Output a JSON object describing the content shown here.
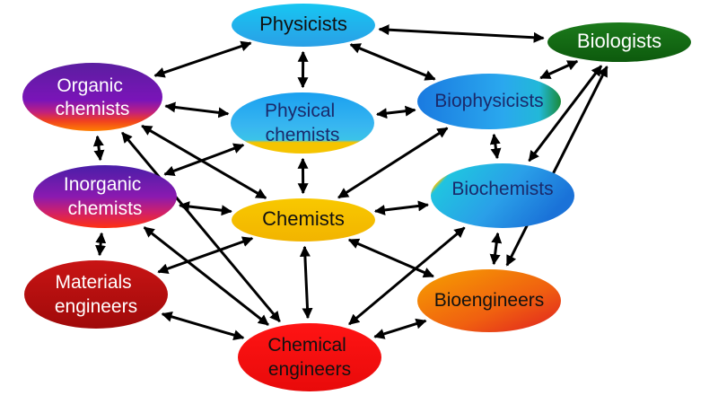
{
  "nodes": {
    "physicists": {
      "lines": [
        "Physicists"
      ],
      "text_color": "#111111"
    },
    "biologists": {
      "lines": [
        "Biologists"
      ],
      "text_color": "#ffffff"
    },
    "organic_chemists": {
      "lines": [
        "Organic",
        "chemists"
      ],
      "text_color": "#ffffff"
    },
    "physical_chemists": {
      "lines": [
        "Physical",
        "chemists"
      ],
      "text_color": "#1a2a6b"
    },
    "biophysicists": {
      "lines": [
        "Biophysicists"
      ],
      "text_color": "#1a2a6b"
    },
    "inorganic_chemists": {
      "lines": [
        "Inorganic",
        "chemists"
      ],
      "text_color": "#ffffff"
    },
    "chemists": {
      "lines": [
        "Chemists"
      ],
      "text_color": "#111111"
    },
    "biochemists": {
      "lines": [
        "Biochemists"
      ],
      "text_color": "#1a2a6b"
    },
    "materials_engineers": {
      "lines": [
        "Materials",
        "engineers"
      ],
      "text_color": "#ffffff"
    },
    "bioengineers": {
      "lines": [
        "Bioengineers"
      ],
      "text_color": "#111111"
    },
    "chemical_engineers": {
      "lines": [
        "Chemical",
        "engineers"
      ],
      "text_color": "#111111"
    }
  },
  "edges": [
    [
      "physicists",
      "biologists"
    ],
    [
      "physicists",
      "organic_chemists"
    ],
    [
      "physicists",
      "physical_chemists"
    ],
    [
      "physicists",
      "biophysicists"
    ],
    [
      "biologists",
      "biophysicists"
    ],
    [
      "biologists",
      "biochemists"
    ],
    [
      "biologists",
      "bioengineers"
    ],
    [
      "organic_chemists",
      "inorganic_chemists"
    ],
    [
      "organic_chemists",
      "physical_chemists"
    ],
    [
      "organic_chemists",
      "chemists"
    ],
    [
      "organic_chemists",
      "chemical_engineers"
    ],
    [
      "physical_chemists",
      "inorganic_chemists"
    ],
    [
      "physical_chemists",
      "biophysicists"
    ],
    [
      "physical_chemists",
      "chemists"
    ],
    [
      "biophysicists",
      "chemists"
    ],
    [
      "biophysicists",
      "biochemists"
    ],
    [
      "inorganic_chemists",
      "materials_engineers"
    ],
    [
      "inorganic_chemists",
      "chemists"
    ],
    [
      "inorganic_chemists",
      "chemical_engineers"
    ],
    [
      "chemists",
      "materials_engineers"
    ],
    [
      "chemists",
      "chemical_engineers"
    ],
    [
      "chemists",
      "biochemists"
    ],
    [
      "chemists",
      "bioengineers"
    ],
    [
      "biochemists",
      "chemical_engineers"
    ],
    [
      "biochemists",
      "bioengineers"
    ],
    [
      "materials_engineers",
      "chemical_engineers"
    ],
    [
      "chemical_engineers",
      "bioengineers"
    ]
  ]
}
